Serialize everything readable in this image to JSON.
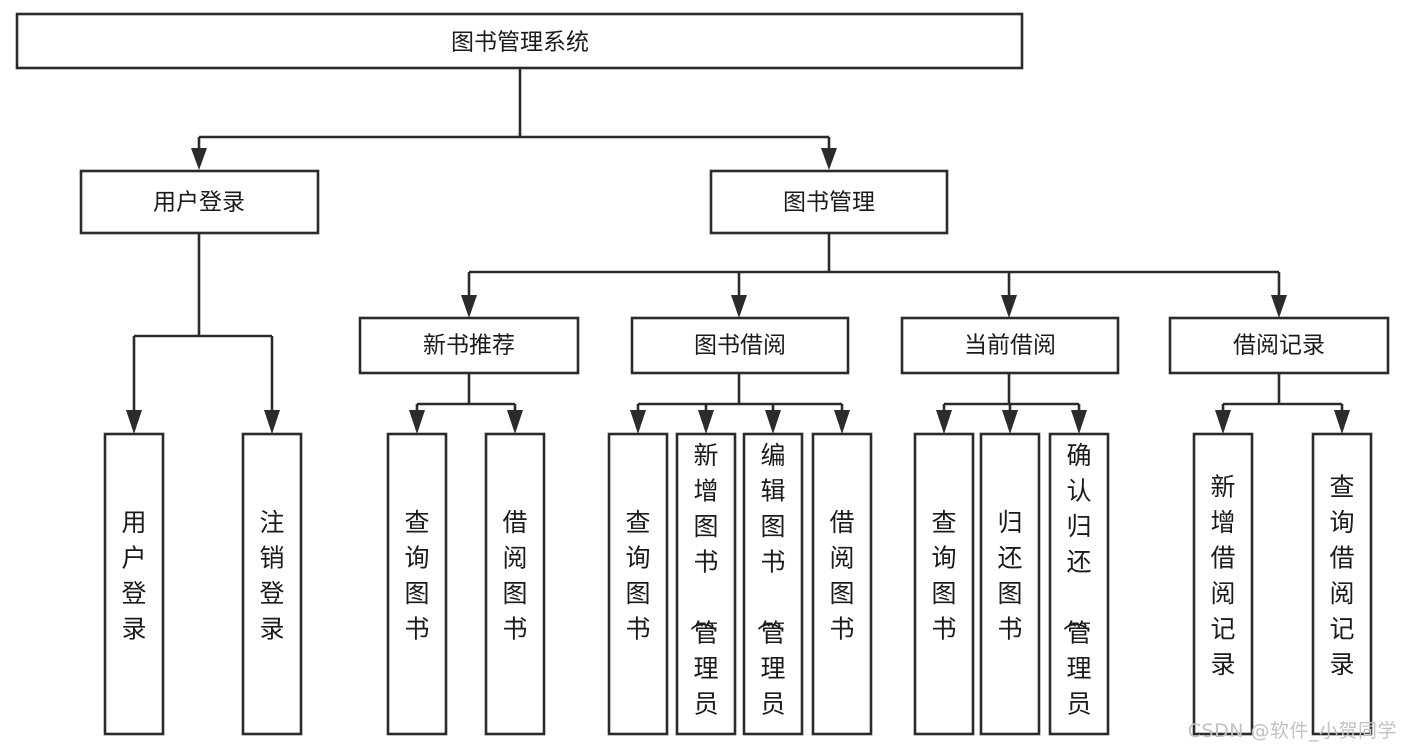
{
  "diagram": {
    "title": "图书管理系统",
    "type": "tree",
    "watermark": "CSDN @软件_小贺同学",
    "colors": {
      "background": "#ffffff",
      "box_fill": "#ffffff",
      "box_stroke": "#2b2b2b",
      "text": "#1b1b1b",
      "watermark": "#c2c2c2"
    },
    "root": {
      "label": "图书管理系统",
      "orientation": "horizontal"
    },
    "level2": [
      {
        "id": "user-login",
        "label": "用户登录",
        "orientation": "horizontal"
      },
      {
        "id": "book-manage",
        "label": "图书管理",
        "orientation": "horizontal"
      }
    ],
    "level3": [
      {
        "id": "new-book-rec",
        "label": "新书推荐",
        "orientation": "horizontal",
        "parent": "book-manage"
      },
      {
        "id": "book-borrow",
        "label": "图书借阅",
        "orientation": "horizontal",
        "parent": "book-manage"
      },
      {
        "id": "current-borrow",
        "label": "当前借阅",
        "orientation": "horizontal",
        "parent": "book-manage"
      },
      {
        "id": "borrow-record",
        "label": "借阅记录",
        "orientation": "horizontal",
        "parent": "book-manage"
      }
    ],
    "leaves": [
      {
        "id": "leaf-user-login",
        "label": "用户登录",
        "parent": "user-login",
        "orientation": "vertical",
        "align": "middle"
      },
      {
        "id": "leaf-user-logout",
        "label": "注销登录",
        "parent": "user-login",
        "orientation": "vertical",
        "align": "middle"
      },
      {
        "id": "leaf-query-book-1",
        "label": "查询图书",
        "parent": "new-book-rec",
        "orientation": "vertical",
        "align": "middle"
      },
      {
        "id": "leaf-borrow-book-1",
        "label": "借阅图书",
        "parent": "new-book-rec",
        "orientation": "vertical",
        "align": "middle"
      },
      {
        "id": "leaf-query-book-2",
        "label": "查询图书",
        "parent": "book-borrow",
        "orientation": "vertical",
        "align": "middle"
      },
      {
        "id": "leaf-add-book",
        "label": "新增图书（管理员）",
        "parent": "book-borrow",
        "orientation": "vertical",
        "align": "top"
      },
      {
        "id": "leaf-edit-book",
        "label": "编辑图书（管理员）",
        "parent": "book-borrow",
        "orientation": "vertical",
        "align": "top"
      },
      {
        "id": "leaf-borrow-book-2",
        "label": "借阅图书",
        "parent": "book-borrow",
        "orientation": "vertical",
        "align": "middle"
      },
      {
        "id": "leaf-query-book-3",
        "label": "查询图书",
        "parent": "current-borrow",
        "orientation": "vertical",
        "align": "middle"
      },
      {
        "id": "leaf-return-book",
        "label": "归还图书",
        "parent": "current-borrow",
        "orientation": "vertical",
        "align": "middle"
      },
      {
        "id": "leaf-confirm-return",
        "label": "确认归还（管理员）",
        "parent": "current-borrow",
        "orientation": "vertical",
        "align": "top"
      },
      {
        "id": "leaf-add-record",
        "label": "新增借阅记录",
        "parent": "borrow-record",
        "orientation": "vertical",
        "align": "middle"
      },
      {
        "id": "leaf-query-record",
        "label": "查询借阅记录",
        "parent": "borrow-record",
        "orientation": "vertical",
        "align": "middle"
      }
    ]
  }
}
